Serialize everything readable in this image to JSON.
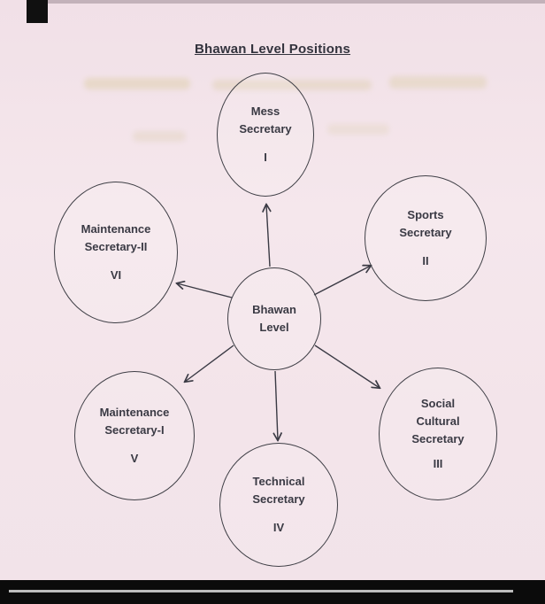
{
  "title": "Bhawan Level Positions",
  "center": {
    "l1": "Bhawan",
    "l2": "Level"
  },
  "nodes": {
    "mess": {
      "l1": "Mess",
      "l2": "Secretary",
      "num": "I"
    },
    "sports": {
      "l1": "Sports",
      "l2": "Secretary",
      "num": "II"
    },
    "social": {
      "l1": "Social",
      "l2": "Cultural",
      "l3": "Secretary",
      "num": "III"
    },
    "technical": {
      "l1": "Technical",
      "l2": "Secretary",
      "num": "IV"
    },
    "maintenance1": {
      "l1": "Maintenance",
      "l2": "Secretary-I",
      "num": "V"
    },
    "maintenance2": {
      "l1": "Maintenance",
      "l2": "Secretary-II",
      "num": "VI"
    }
  },
  "colors": {
    "ink": "#3a3a44",
    "paper": "#f3e4ea"
  }
}
